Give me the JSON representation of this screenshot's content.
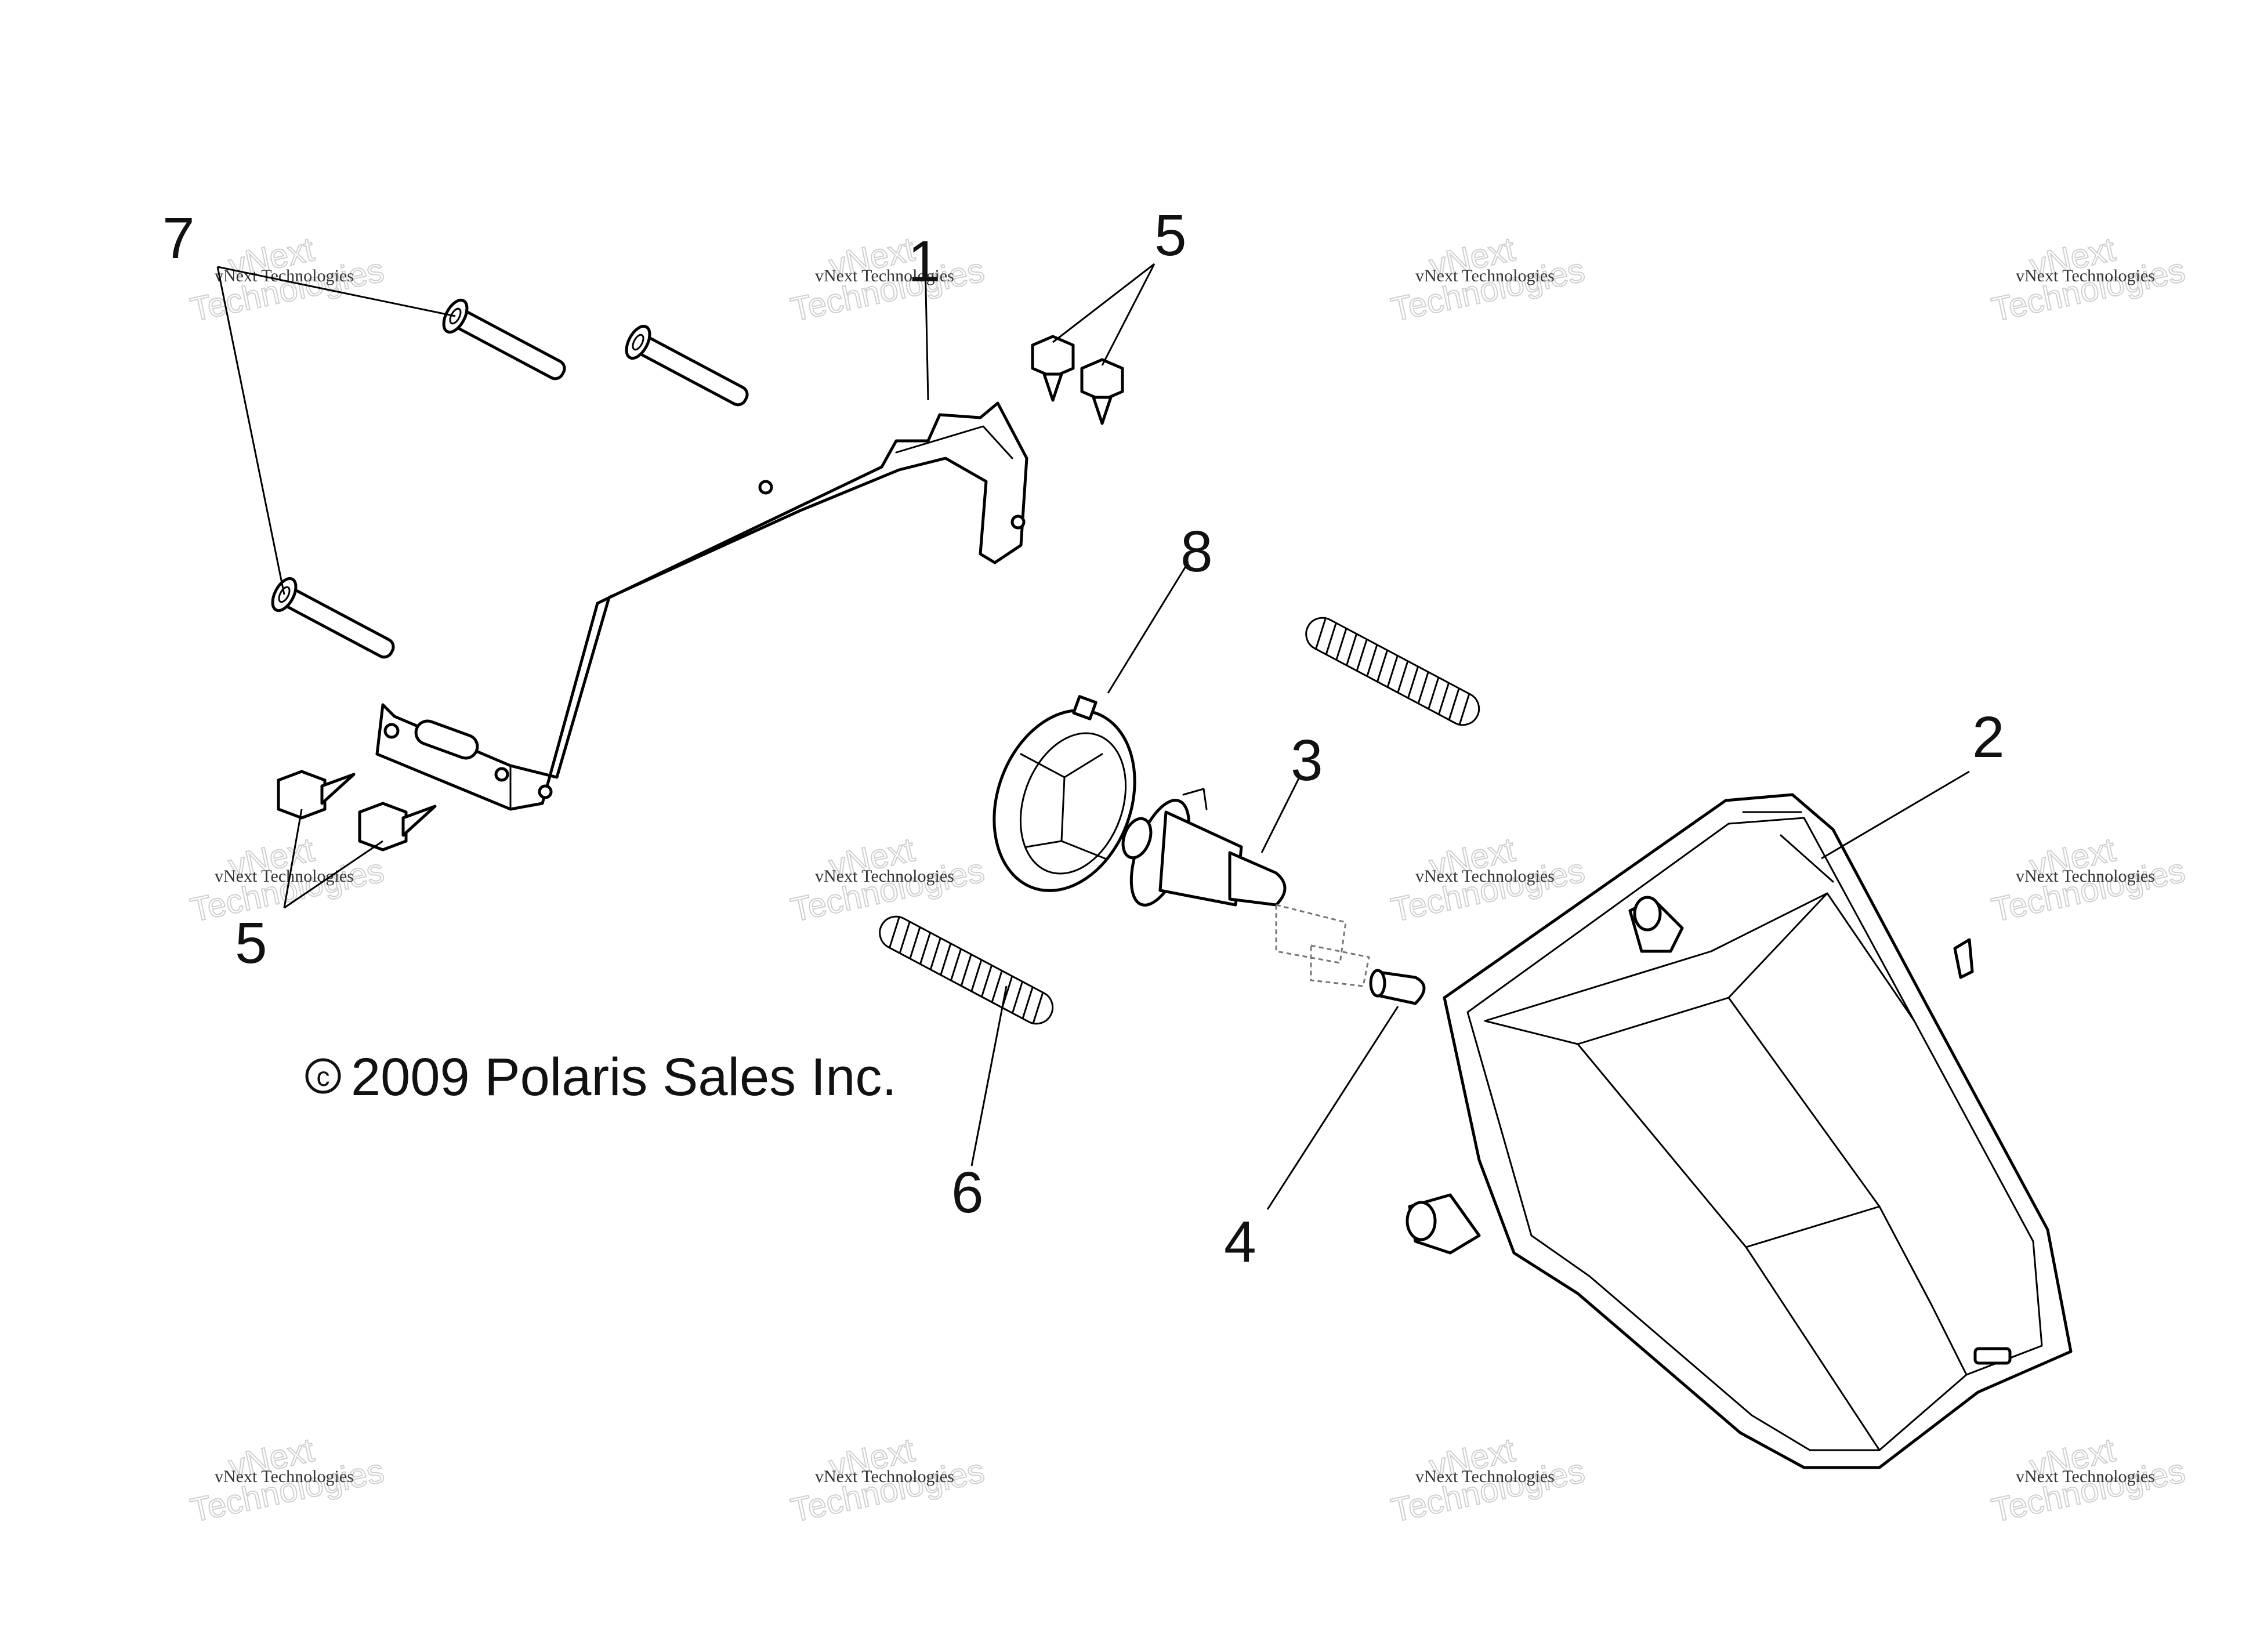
{
  "copyright": {
    "symbol": "c",
    "text": "2009 Polaris Sales Inc."
  },
  "callouts": [
    {
      "id": "c7",
      "label": "7"
    },
    {
      "id": "c1",
      "label": "1"
    },
    {
      "id": "c5a",
      "label": "5"
    },
    {
      "id": "c8",
      "label": "8"
    },
    {
      "id": "c3",
      "label": "3"
    },
    {
      "id": "c2",
      "label": "2"
    },
    {
      "id": "c5b",
      "label": "5"
    },
    {
      "id": "c6",
      "label": "6"
    },
    {
      "id": "c4",
      "label": "4"
    }
  ],
  "watermark": {
    "line1": "vNext Technologies",
    "line2": "vNext",
    "line3": "Technologies"
  }
}
